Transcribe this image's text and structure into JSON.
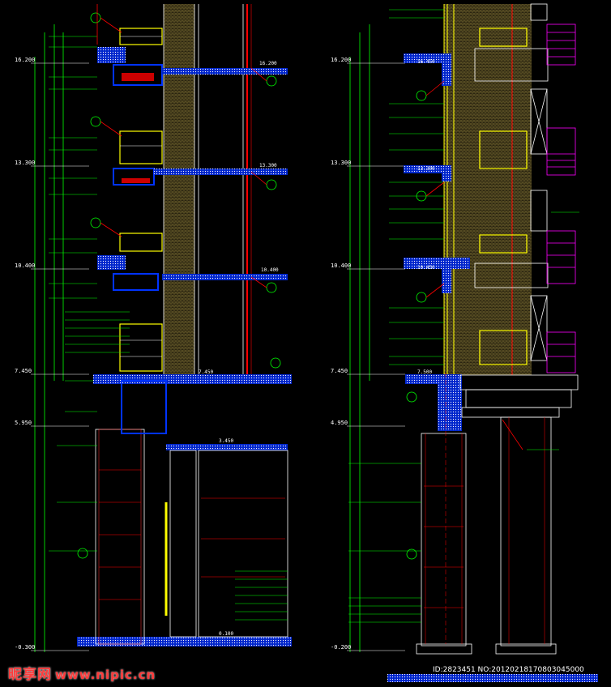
{
  "watermark": {
    "brand": "昵享网",
    "site": "www.nipic.cn"
  },
  "image_id": "ID:2823451 NO:20120218170803045000",
  "left_elevations": [
    "16.200",
    "13.300",
    "10.400",
    "7.450",
    "5.950",
    "-0.300"
  ],
  "right_elevations": [
    "16.200",
    "13.300",
    "10.400",
    "7.450",
    "4.950",
    "-0.200"
  ],
  "left_slab_marks": [
    "16.200",
    "13.300",
    "10.400",
    "7.450",
    "3.450",
    "0.100"
  ],
  "right_slab_marks": [
    "16.450",
    "13.300",
    "10.450",
    "7.500"
  ],
  "colors": {
    "green": "#00ff00",
    "red": "#ff0000",
    "blue": "#0033ff",
    "yellow": "#ffff00",
    "magenta": "#ff00ff",
    "white": "#ffffff"
  }
}
